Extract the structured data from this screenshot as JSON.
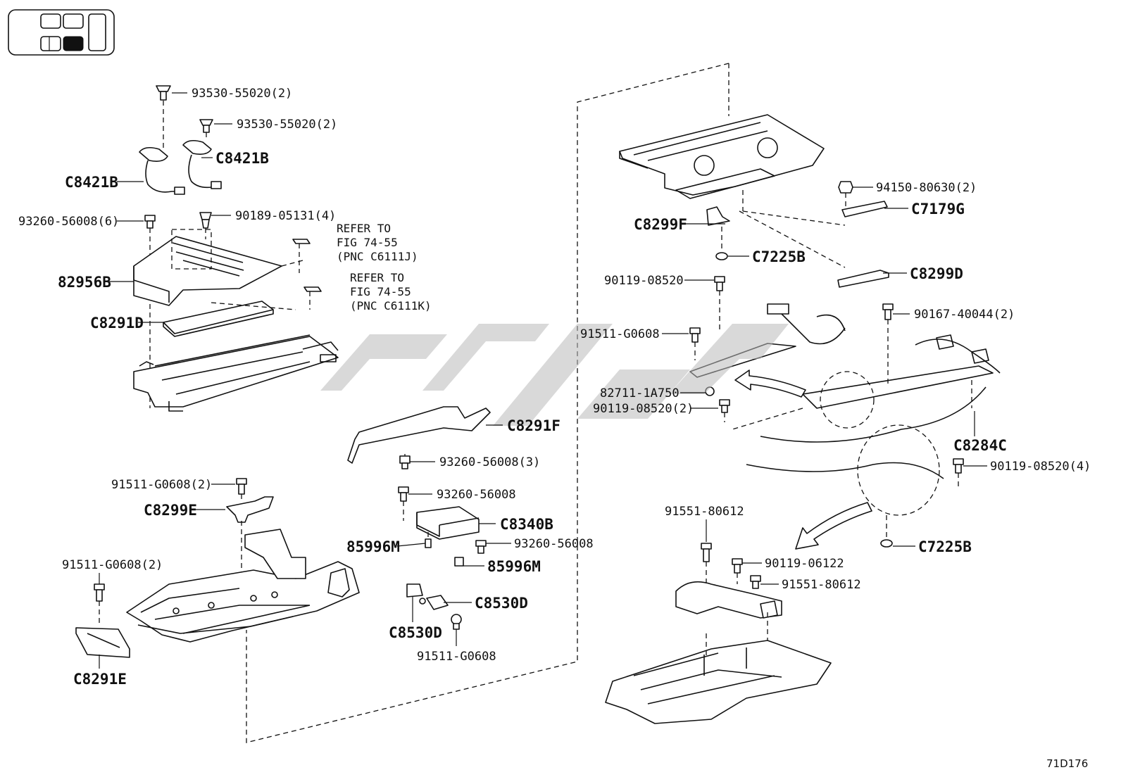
{
  "diagram_code": "71D176",
  "refer_notes": [
    {
      "line1": "REFER TO",
      "line2": "FIG 74-55",
      "line3": "(PNC C6111J)"
    },
    {
      "line1": "REFER TO",
      "line2": "FIG 74-55",
      "line3": "(PNC C6111K)"
    }
  ],
  "part_labels": {
    "p01": "93530-55020(2)",
    "p02": "93530-55020(2)",
    "p03": "C8421B",
    "p04": "C8421B",
    "p05": "93260-56008(6)",
    "p06": "90189-05131(4)",
    "p07": "82956B",
    "p08": "C8291D",
    "p09": "C8291F",
    "p10": "93260-56008(3)",
    "p11": "91511-G0608(2)",
    "p12": "C8299E",
    "p13": "93260-56008",
    "p14": "C8340B",
    "p15": "85996M",
    "p16": "93260-56008",
    "p17": "85996M",
    "p18": "91511-G0608(2)",
    "p19": "C8530D",
    "p20": "C8530D",
    "p21": "91511-G0608",
    "p22": "C8291E",
    "p23": "94150-80630(2)",
    "p24": "C7179G",
    "p25": "C8299F",
    "p26": "C7225B",
    "p27": "C8299D",
    "p28": "90119-08520",
    "p29": "90167-40044(2)",
    "p30": "91511-G0608",
    "p31": "82711-1A750",
    "p32": "90119-08520(2)",
    "p33": "C8284C",
    "p34": "90119-08520(4)",
    "p35": "91551-80612",
    "p36": "C7225B",
    "p37": "90119-06122",
    "p38": "91551-80612"
  },
  "icons": {
    "seat_locator": "seat-position-locator-icon",
    "arrow_upper": "curved-arrow-icon",
    "arrow_lower": "curved-arrow-icon"
  }
}
